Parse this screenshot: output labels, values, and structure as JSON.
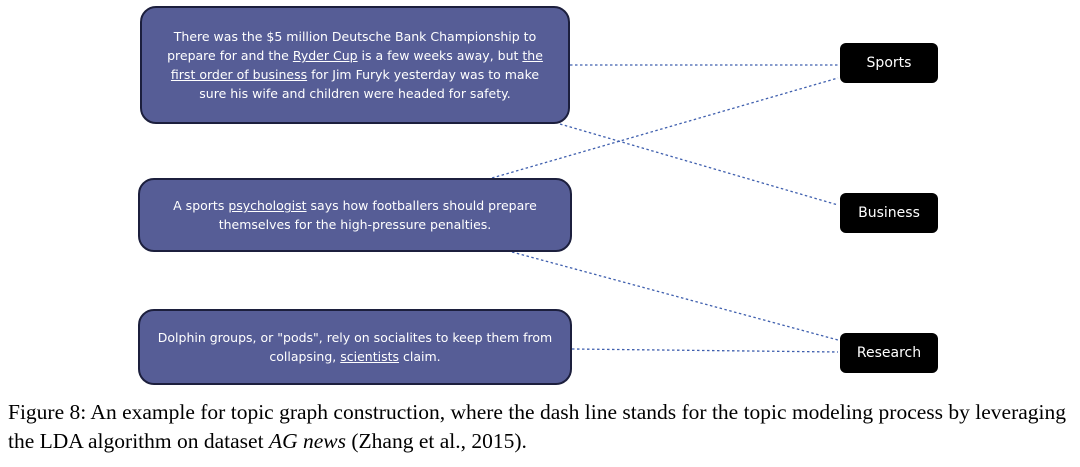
{
  "documents": [
    {
      "parts": [
        {
          "t": "There was the $5 million Deutsche Bank Championship to prepare for and the "
        },
        {
          "t": "Ryder Cup",
          "u": true
        },
        {
          "t": " is a few weeks away, but "
        },
        {
          "t": "the first order of business",
          "u": true
        },
        {
          "t": " for Jim Furyk yesterday was to make sure his wife and children were headed for safety."
        }
      ]
    },
    {
      "parts": [
        {
          "t": "A sports "
        },
        {
          "t": "psychologist",
          "u": true
        },
        {
          "t": " says how footballers should prepare themselves for the high-pressure penalties."
        }
      ]
    },
    {
      "parts": [
        {
          "t": "Dolphin groups, or \"pods\", rely on socialites to keep them from collapsing, "
        },
        {
          "t": "scientists",
          "u": true
        },
        {
          "t": " claim."
        }
      ]
    }
  ],
  "topics": [
    "Sports",
    "Business",
    "Research"
  ],
  "edges": [
    {
      "doc": 0,
      "topic": "Sports"
    },
    {
      "doc": 0,
      "topic": "Business"
    },
    {
      "doc": 1,
      "topic": "Sports"
    },
    {
      "doc": 1,
      "topic": "Research"
    },
    {
      "doc": 2,
      "topic": "Research"
    }
  ],
  "caption": {
    "parts": [
      {
        "t": "Figure 8: An example for topic graph construction, where the dash line stands for the topic modeling process by leveraging the LDA algorithm on dataset "
      },
      {
        "t": "AG news",
        "i": true
      },
      {
        "t": " (Zhang et al., 2015)."
      }
    ]
  },
  "colors": {
    "document_fill": "#565d96",
    "document_border": "#1c1f3d",
    "topic_fill": "#000000",
    "edge": "#3f5fae"
  }
}
